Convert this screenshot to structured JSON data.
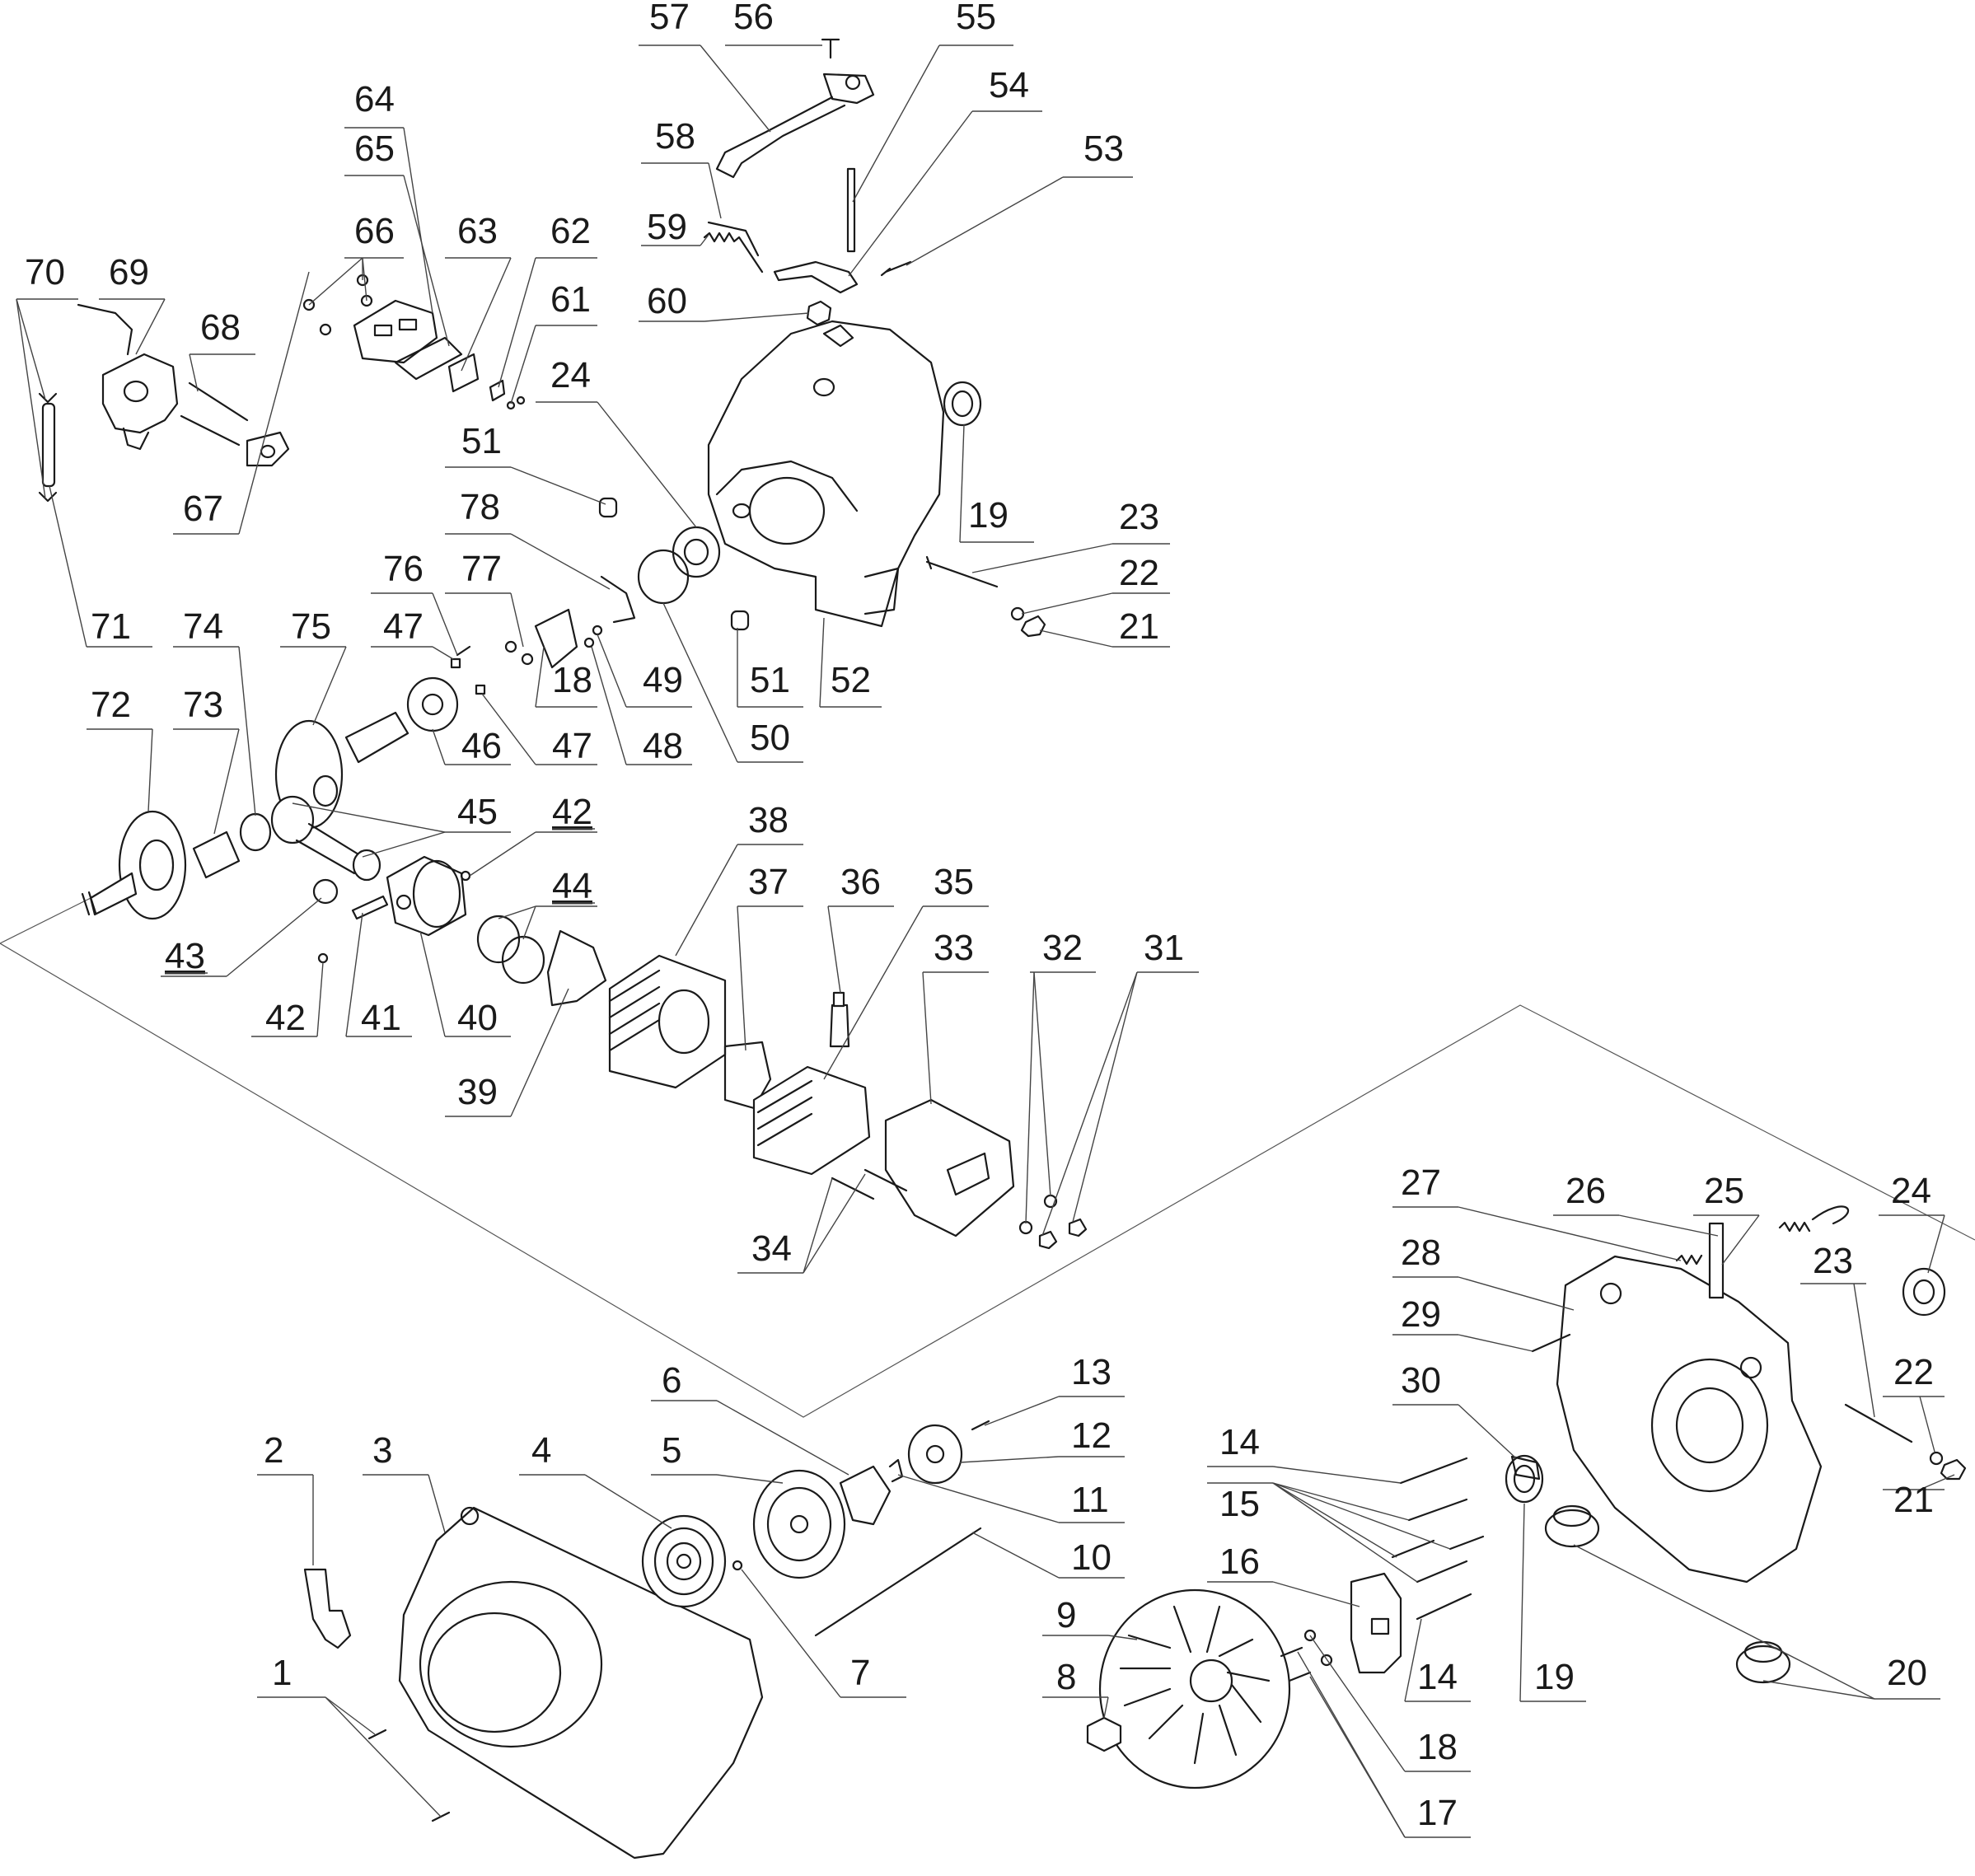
{
  "diagram": {
    "callouts": [
      {
        "id": "c57",
        "text": "57"
      },
      {
        "id": "c56",
        "text": "56"
      },
      {
        "id": "c55",
        "text": "55"
      },
      {
        "id": "c54",
        "text": "54"
      },
      {
        "id": "c53",
        "text": "53"
      },
      {
        "id": "c64",
        "text": "64"
      },
      {
        "id": "c65",
        "text": "65"
      },
      {
        "id": "c58",
        "text": "58"
      },
      {
        "id": "c59",
        "text": "59"
      },
      {
        "id": "c66",
        "text": "66"
      },
      {
        "id": "c63",
        "text": "63"
      },
      {
        "id": "c62",
        "text": "62"
      },
      {
        "id": "c70",
        "text": "70"
      },
      {
        "id": "c69",
        "text": "69"
      },
      {
        "id": "c60",
        "text": "60"
      },
      {
        "id": "c61",
        "text": "61"
      },
      {
        "id": "c68",
        "text": "68"
      },
      {
        "id": "c24a",
        "text": "24"
      },
      {
        "id": "c51a",
        "text": "51"
      },
      {
        "id": "c67",
        "text": "67"
      },
      {
        "id": "c19a",
        "text": "19"
      },
      {
        "id": "c78",
        "text": "78"
      },
      {
        "id": "c23a",
        "text": "23"
      },
      {
        "id": "c76",
        "text": "76"
      },
      {
        "id": "c77",
        "text": "77"
      },
      {
        "id": "c22a",
        "text": "22"
      },
      {
        "id": "c71",
        "text": "71"
      },
      {
        "id": "c74",
        "text": "74"
      },
      {
        "id": "c75",
        "text": "75"
      },
      {
        "id": "c47a",
        "text": "47"
      },
      {
        "id": "c21a",
        "text": "21"
      },
      {
        "id": "c18a",
        "text": "18"
      },
      {
        "id": "c49",
        "text": "49"
      },
      {
        "id": "c51b",
        "text": "51"
      },
      {
        "id": "c52",
        "text": "52"
      },
      {
        "id": "c72",
        "text": "72"
      },
      {
        "id": "c73",
        "text": "73"
      },
      {
        "id": "c46",
        "text": "46"
      },
      {
        "id": "c47b",
        "text": "47"
      },
      {
        "id": "c48",
        "text": "48"
      },
      {
        "id": "c50",
        "text": "50"
      },
      {
        "id": "c45",
        "text": "45"
      },
      {
        "id": "c42a",
        "text": "42"
      },
      {
        "id": "c38",
        "text": "38"
      },
      {
        "id": "c37",
        "text": "37"
      },
      {
        "id": "c36",
        "text": "36"
      },
      {
        "id": "c35",
        "text": "35"
      },
      {
        "id": "c44",
        "text": "44"
      },
      {
        "id": "c43",
        "text": "43"
      },
      {
        "id": "c33",
        "text": "33"
      },
      {
        "id": "c32",
        "text": "32"
      },
      {
        "id": "c31",
        "text": "31"
      },
      {
        "id": "c42b",
        "text": "42"
      },
      {
        "id": "c41",
        "text": "41"
      },
      {
        "id": "c40",
        "text": "40"
      },
      {
        "id": "c39",
        "text": "39"
      },
      {
        "id": "c27",
        "text": "27"
      },
      {
        "id": "c26",
        "text": "26"
      },
      {
        "id": "c25",
        "text": "25"
      },
      {
        "id": "c24b",
        "text": "24"
      },
      {
        "id": "c34",
        "text": "34"
      },
      {
        "id": "c28",
        "text": "28"
      },
      {
        "id": "c23b",
        "text": "23"
      },
      {
        "id": "c29",
        "text": "29"
      },
      {
        "id": "c13",
        "text": "13"
      },
      {
        "id": "c22b",
        "text": "22"
      },
      {
        "id": "c6",
        "text": "6"
      },
      {
        "id": "c30",
        "text": "30"
      },
      {
        "id": "c12",
        "text": "12"
      },
      {
        "id": "c2",
        "text": "2"
      },
      {
        "id": "c3",
        "text": "3"
      },
      {
        "id": "c4",
        "text": "4"
      },
      {
        "id": "c5",
        "text": "5"
      },
      {
        "id": "c14a",
        "text": "14"
      },
      {
        "id": "c11",
        "text": "11"
      },
      {
        "id": "c21b",
        "text": "21"
      },
      {
        "id": "c15",
        "text": "15"
      },
      {
        "id": "c10",
        "text": "10"
      },
      {
        "id": "c16",
        "text": "16"
      },
      {
        "id": "c9",
        "text": "9"
      },
      {
        "id": "c1",
        "text": "1"
      },
      {
        "id": "c7",
        "text": "7"
      },
      {
        "id": "c14b",
        "text": "14"
      },
      {
        "id": "c19b",
        "text": "19"
      },
      {
        "id": "c20",
        "text": "20"
      },
      {
        "id": "c8",
        "text": "8"
      },
      {
        "id": "c18b",
        "text": "18"
      },
      {
        "id": "c17",
        "text": "17"
      }
    ]
  }
}
